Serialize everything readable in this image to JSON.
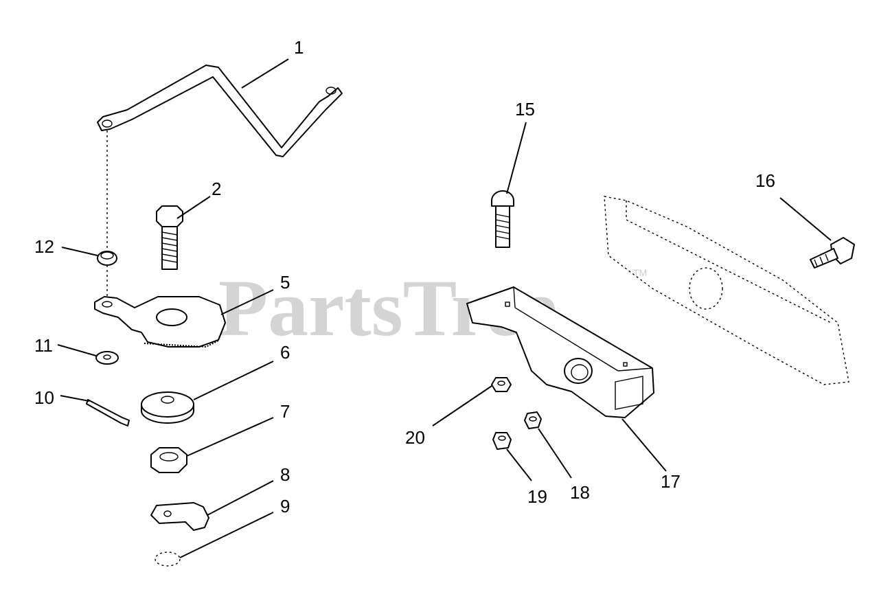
{
  "watermark": {
    "text": "PartsTree",
    "tm": "TM"
  },
  "callouts": {
    "c1": "1",
    "c2": "2",
    "c5": "5",
    "c6": "6",
    "c7": "7",
    "c8": "8",
    "c9": "9",
    "c10": "10",
    "c11": "11",
    "c12": "12",
    "c15": "15",
    "c16": "16",
    "c17": "17",
    "c18": "18",
    "c19": "19",
    "c20": "20"
  },
  "colors": {
    "line": "#000000",
    "watermark": "#d4d4d4",
    "background": "#ffffff"
  }
}
